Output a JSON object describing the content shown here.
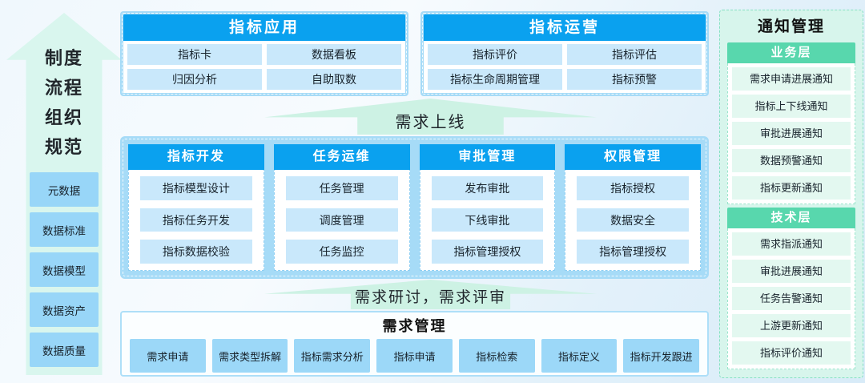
{
  "colors": {
    "blue_header": "#0aa1ef",
    "panel_frame_blue": "#a6dbf7",
    "cell_light_blue": "#c9e8fb",
    "box_blue": "#98d6f8",
    "mint_arrow": "#cdf2e4",
    "mint_panel": "#d7f5ec",
    "teal_header": "#58d7ad",
    "mint_item": "#e3f8f0"
  },
  "left_pillar": {
    "lines": [
      "制度",
      "流程",
      "组织",
      "规范"
    ],
    "boxes": [
      "元数据",
      "数据标准",
      "数据模型",
      "数据资产",
      "数据质量"
    ]
  },
  "top_panels": [
    {
      "title": "指标应用",
      "cells": [
        "指标卡",
        "数据看板",
        "归因分析",
        "自助取数"
      ]
    },
    {
      "title": "指标运营",
      "cells": [
        "指标评价",
        "指标评估",
        "指标生命周期管理",
        "指标预警"
      ]
    }
  ],
  "arrow_top": {
    "label": "需求上线"
  },
  "mid_panel": {
    "columns": [
      {
        "title": "指标开发",
        "items": [
          "指标模型设计",
          "指标任务开发",
          "指标数据校验"
        ]
      },
      {
        "title": "任务运维",
        "items": [
          "任务管理",
          "调度管理",
          "任务监控"
        ]
      },
      {
        "title": "审批管理",
        "items": [
          "发布审批",
          "下线审批",
          "指标管理授权"
        ]
      },
      {
        "title": "权限管理",
        "items": [
          "指标授权",
          "数据安全",
          "指标管理授权"
        ]
      }
    ]
  },
  "arrow_bottom": {
    "label": "需求研讨，需求评审"
  },
  "bottom_panel": {
    "title": "需求管理",
    "items": [
      "需求申请",
      "需求类型拆解",
      "指标需求分析",
      "指标申请",
      "指标检索",
      "指标定义",
      "指标开发跟进"
    ]
  },
  "notify_panel": {
    "title": "通知管理",
    "sections": [
      {
        "title": "业务层",
        "items": [
          "需求申请进展通知",
          "指标上下线通知",
          "审批进展通知",
          "数据预警通知",
          "指标更新通知"
        ]
      },
      {
        "title": "技术层",
        "items": [
          "需求指派通知",
          "审批进展通知",
          "任务告警通知",
          "上游更新通知",
          "指标评价通知"
        ]
      }
    ]
  }
}
